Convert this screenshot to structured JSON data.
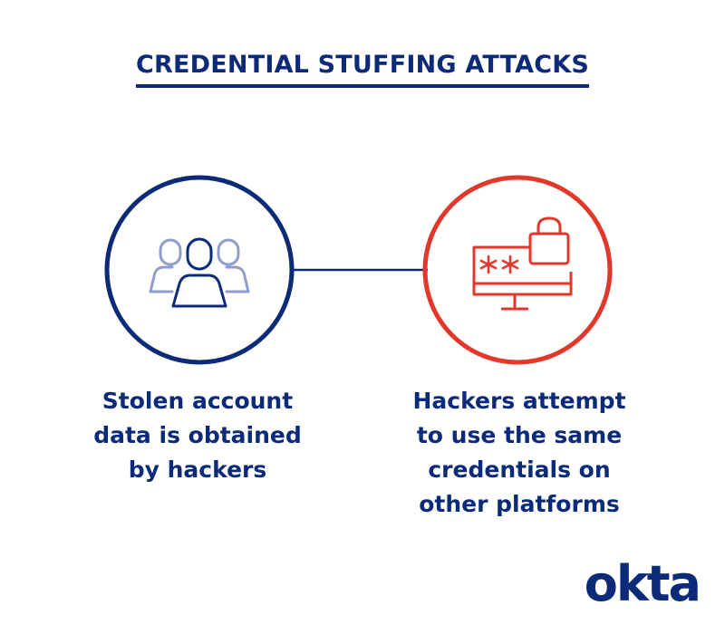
{
  "title": "CREDENTIAL STUFFING ATTACKS",
  "colors": {
    "navy": "#0b2a78",
    "red": "#e2382c",
    "light_blue": "#8f9ecd"
  },
  "steps": [
    {
      "icon": "user-group-icon",
      "caption": "Stolen account\ndata is obtained\nby hackers"
    },
    {
      "icon": "locked-monitor-password-icon",
      "caption": "Hackers attempt\nto use the same\ncredentials on\nother platforms"
    }
  ],
  "logo": "okta"
}
